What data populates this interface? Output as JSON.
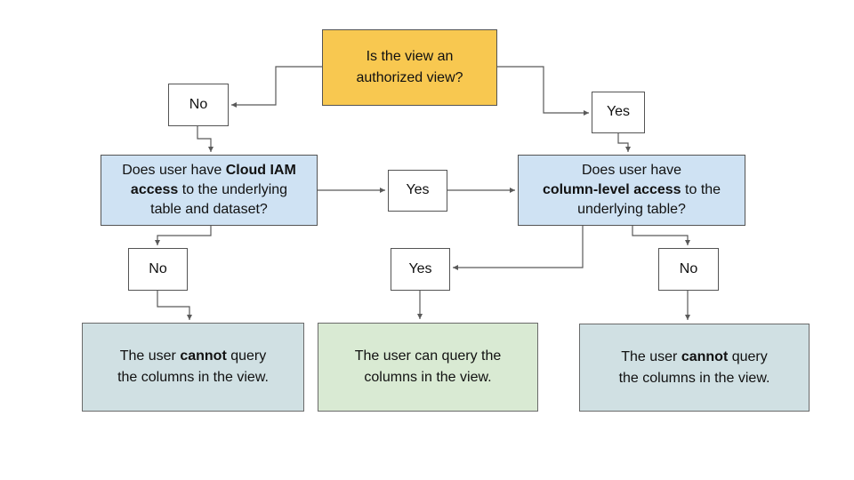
{
  "diagram": {
    "title": "Authorized view access flowchart",
    "background": "#ffffff",
    "colors": {
      "start_fill": "#F8C850",
      "question_fill": "#CFE2F3",
      "outcome_negative_fill": "#D0E0E3",
      "outcome_positive_fill": "#D9EAD3",
      "box_border": "#545454",
      "connector": "#595959",
      "text": "#111111"
    },
    "nodes": {
      "q_authorized": {
        "line1": "Is the view an",
        "line2": "authorized view?"
      },
      "no_top": {
        "label": "No"
      },
      "yes_top": {
        "label": "Yes"
      },
      "q_iam": {
        "l1_pre": "Does user have ",
        "l1_bold": "Cloud IAM",
        "l2_bold": "access",
        "l2_post": " to the underlying",
        "l3": "table and dataset?"
      },
      "yes_mid": {
        "label": "Yes"
      },
      "q_column": {
        "l1": "Does user have",
        "l2_bold": "column-level access",
        "l2_post": " to the",
        "l3": "underlying table?"
      },
      "no_left": {
        "label": "No"
      },
      "yes_bottom": {
        "label": "Yes"
      },
      "no_right": {
        "label": "No"
      },
      "result_left": {
        "l1_pre": "The user ",
        "l1_bold": "cannot",
        "l1_post": " query",
        "l2": "the columns in the view."
      },
      "result_middle": {
        "l1": "The user can query the",
        "l2": "columns in the view."
      },
      "result_right": {
        "l1_pre": "The user ",
        "l1_bold": "cannot",
        "l1_post": " query",
        "l2": "the columns in the view."
      }
    }
  }
}
